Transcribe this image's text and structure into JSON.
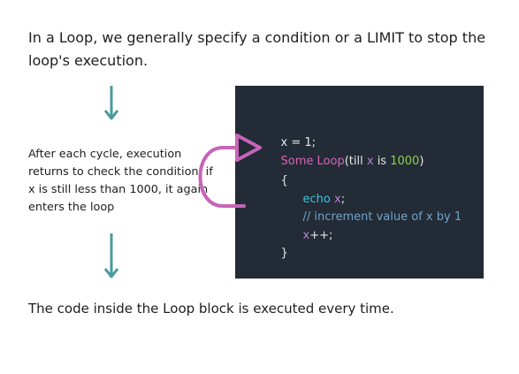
{
  "intro_text": "In a Loop, we generally specify a condition or a LIMIT to stop the loop's execution.",
  "side_note": "After each cycle, execution returns to check the condition, if x is still less than 1000, it again enters the loop",
  "outro_text": "The code inside the Loop block is executed every time.",
  "code": {
    "line1": "x = 1;",
    "line2": {
      "keyword": "Some Loop",
      "open": "(till ",
      "var": "x",
      "op": " is ",
      "limit": "1000",
      "close": ")"
    },
    "line3": "{",
    "line4": {
      "cmd": "echo",
      "space": " ",
      "var": "x",
      "end": ";"
    },
    "line5": "// increment value of x by 1",
    "line6": {
      "var": "x",
      "rest": "++;"
    },
    "line7": "}"
  },
  "colors": {
    "arrow": "#4a9a9b",
    "loop_curve": "#c565b8",
    "keyword": "#d864b6",
    "variable": "#b57fd4",
    "number": "#8fd14b",
    "echo": "#3ec3e6",
    "comment": "#6fa3c9",
    "code_bg": "#232b36",
    "code_text": "#e6e6e6"
  }
}
